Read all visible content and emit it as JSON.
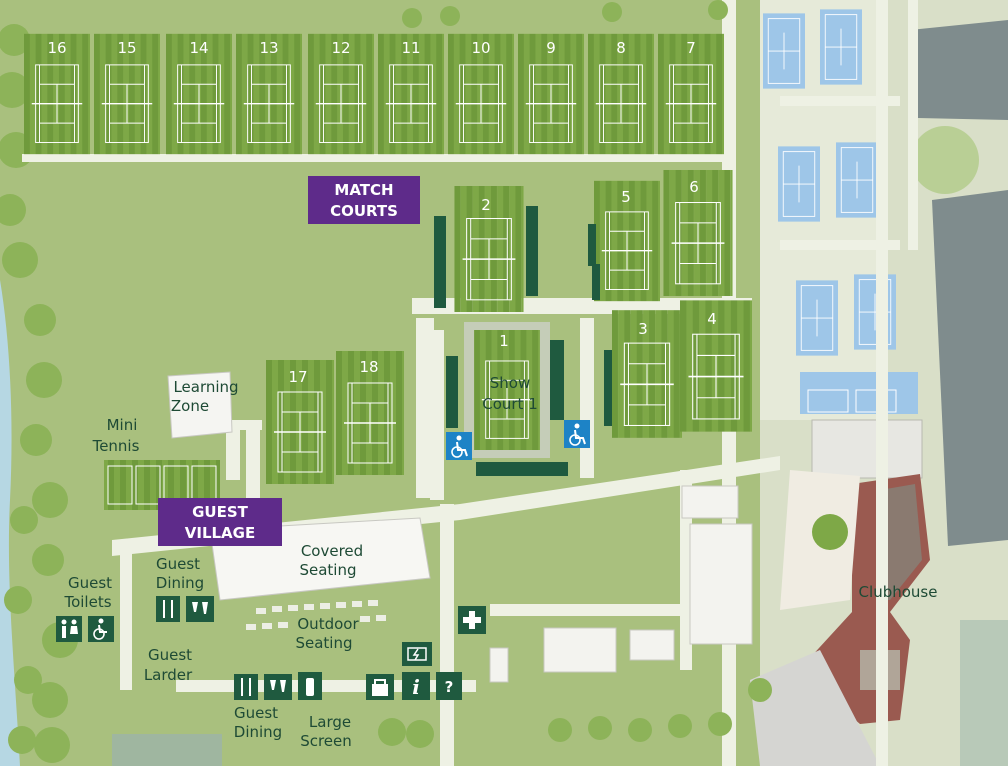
{
  "colors": {
    "grass": "#a9c07e",
    "court": "#6f9a3c",
    "path": "#eef1e4",
    "purple": "#5e2b8a",
    "darkgreen": "#1f5a3f",
    "blue": "#1d83c6",
    "practice_court": "#9ec6e8",
    "roof": "#9a5a50",
    "building": "#7f8c8d",
    "water": "#b6d7e3"
  },
  "tags": {
    "match_courts": [
      "MATCH",
      "COURTS"
    ],
    "guest_village": [
      "GUEST",
      "VILLAGE"
    ]
  },
  "courts": {
    "top_row": [
      "16",
      "15",
      "14",
      "13",
      "12",
      "11",
      "10",
      "9",
      "8",
      "7"
    ],
    "c2": "2",
    "c5": "5",
    "c6": "6",
    "c3": "3",
    "c4": "4",
    "c1": "1",
    "c17": "17",
    "c18": "18"
  },
  "labels": {
    "learning_zone": [
      "Learning",
      "Zone"
    ],
    "mini_tennis": [
      "Mini",
      "Tennis"
    ],
    "covered_seating": [
      "Covered",
      "Seating"
    ],
    "outdoor_seating": [
      "Outdoor",
      "Seating"
    ],
    "guest_dining_1": [
      "Guest",
      "Dining"
    ],
    "guest_dining_2": [
      "Guest",
      "Dining"
    ],
    "guest_toilets": [
      "Guest",
      "Toilets"
    ],
    "guest_larder": [
      "Guest",
      "Larder"
    ],
    "large_screen": [
      "Large",
      "Screen"
    ],
    "show_court_1": [
      "Show",
      "Court 1"
    ],
    "clubhouse": "Clubhouse"
  },
  "icons": {
    "accessible": "wheelchair-icon",
    "dining": "cutlery-icon",
    "drinks": "drinks-icon",
    "bottle": "water-bottle-icon",
    "first_aid": "first-aid-icon",
    "charging": "charging-icon",
    "info": "info-icon",
    "lockers": "locker-icon",
    "lost": "lost-property-icon",
    "toilets": "toilets-icon"
  }
}
